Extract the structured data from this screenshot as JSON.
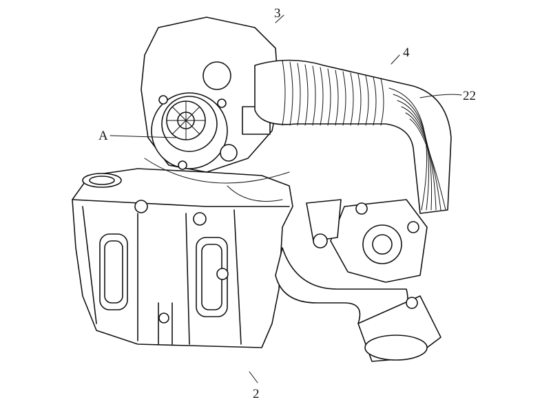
{
  "figure": {
    "reference_labels": {
      "turbocharger": "3",
      "intake_pipe": "4",
      "hose": "22",
      "detail_a": "A",
      "cylinder_head": "2"
    }
  }
}
